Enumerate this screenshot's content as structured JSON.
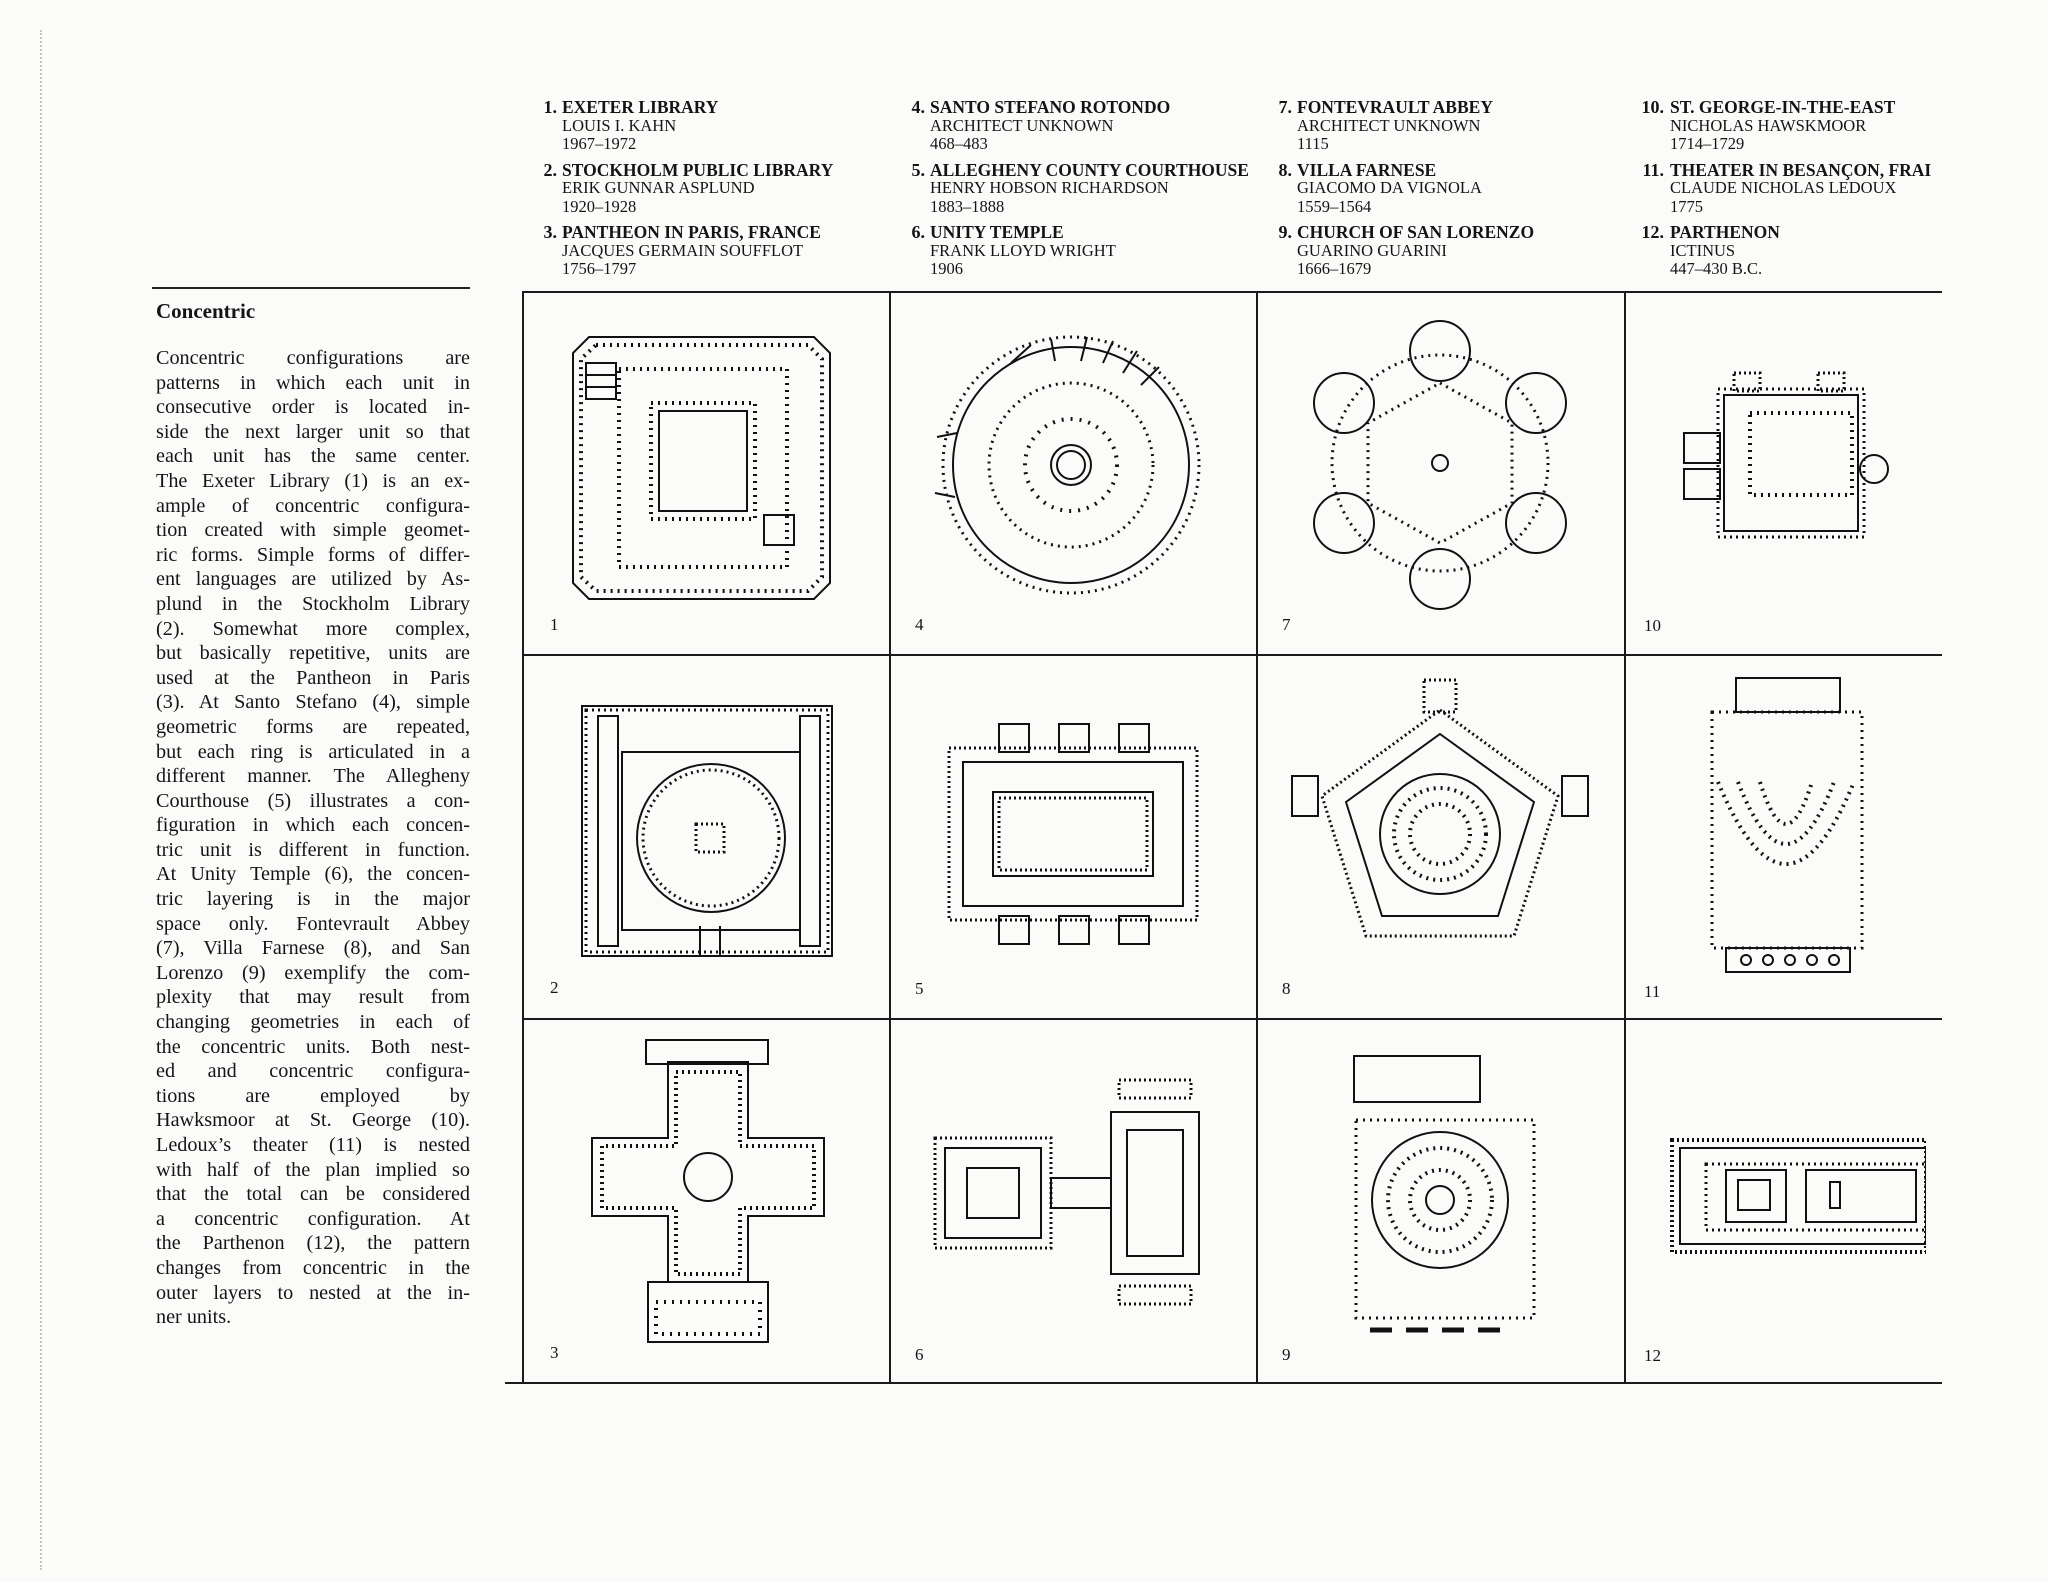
{
  "legend": [
    {
      "num": "1.",
      "title": "EXETER LIBRARY",
      "architect": "LOUIS I. KAHN",
      "dates": "1967–1972"
    },
    {
      "num": "2.",
      "title": "STOCKHOLM PUBLIC LIBRARY",
      "architect": "ERIK GUNNAR ASPLUND",
      "dates": "1920–1928"
    },
    {
      "num": "3.",
      "title": "PANTHEON IN PARIS, FRANCE",
      "architect": "JACQUES GERMAIN SOUFFLOT",
      "dates": "1756–1797"
    },
    {
      "num": "4.",
      "title": "SANTO STEFANO ROTONDO",
      "architect": "ARCHITECT UNKNOWN",
      "dates": "468–483"
    },
    {
      "num": "5.",
      "title": "ALLEGHENY COUNTY COURTHOUSE",
      "architect": "HENRY HOBSON RICHARDSON",
      "dates": "1883–1888"
    },
    {
      "num": "6.",
      "title": "UNITY TEMPLE",
      "architect": "FRANK LLOYD WRIGHT",
      "dates": "1906"
    },
    {
      "num": "7.",
      "title": "FONTEVRAULT ABBEY",
      "architect": "ARCHITECT UNKNOWN",
      "dates": "1115"
    },
    {
      "num": "8.",
      "title": "VILLA FARNESE",
      "architect": "GIACOMO DA VIGNOLA",
      "dates": "1559–1564"
    },
    {
      "num": "9.",
      "title": "CHURCH OF SAN LORENZO",
      "architect": "GUARINO GUARINI",
      "dates": "1666–1679"
    },
    {
      "num": "10.",
      "title": "ST. GEORGE-IN-THE-EAST",
      "architect": "NICHOLAS HAWSKMOOR",
      "dates": "1714–1729"
    },
    {
      "num": "11.",
      "title": "THEATER IN BESANÇON, FRAI",
      "architect": "CLAUDE NICHOLAS LEDOUX",
      "dates": "1775"
    },
    {
      "num": "12.",
      "title": "PARTHENON",
      "architect": "ICTINUS",
      "dates": "447–430 B.C."
    }
  ],
  "section": {
    "heading": "Concentric",
    "body_lines": [
      "Concentric configurations are",
      "patterns in which each unit in",
      "consecutive order is located in-",
      "side the next larger unit so that",
      "each unit has the same center.",
      "The Exeter Library (1) is an ex-",
      "ample of concentric configura-",
      "tion created with simple geomet-",
      "ric forms. Simple forms of differ-",
      "ent languages are utilized by As-",
      "plund in the Stockholm Library",
      "(2). Somewhat more complex,",
      "but basically repetitive, units are",
      "used at the Pantheon in Paris",
      "(3). At Santo Stefano (4), simple",
      "geometric forms are repeated,",
      "but each ring is articulated in a",
      "different manner. The Allegheny",
      "Courthouse (5) illustrates a con-",
      "figuration in which each concen-",
      "tric unit is different in function.",
      "At Unity Temple (6), the concen-",
      "tric layering is in the major",
      "space only. Fontevrault Abbey",
      "(7), Villa Farnese (8), and San",
      "Lorenzo (9) exemplify the com-",
      "plexity that may result from",
      "changing geometries in each of",
      "the concentric units. Both nest-",
      "ed and concentric configura-",
      "tions are employed by",
      "Hawksmoor at St. George (10).",
      "Ledoux’s theater (11) is nested",
      "with half of the plan implied so",
      "that the total can be considered",
      "a concentric configuration. At",
      "the Parthenon (12), the pattern",
      "changes from concentric in the",
      "outer layers to nested at the in-",
      "ner units."
    ]
  },
  "plans": [
    "1",
    "2",
    "3",
    "4",
    "5",
    "6",
    "7",
    "8",
    "9",
    "10",
    "11",
    "12"
  ]
}
